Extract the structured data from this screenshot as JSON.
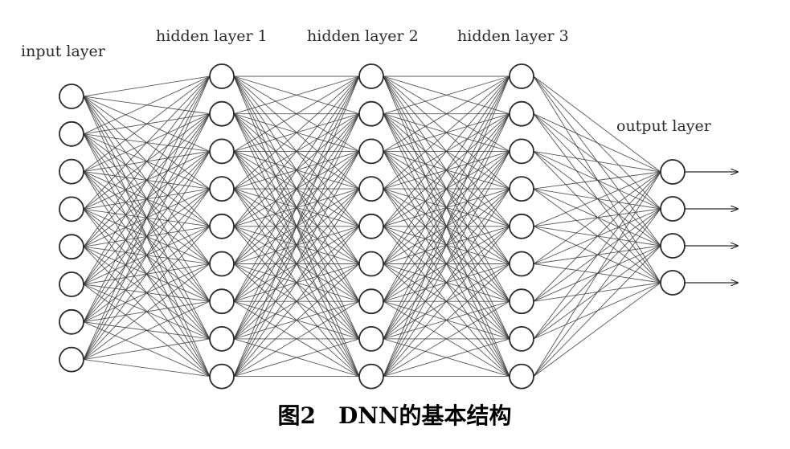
{
  "labels": {
    "input": "input layer",
    "hidden1": "hidden layer 1",
    "hidden2": "hidden layer 2",
    "hidden3": "hidden layer 3",
    "output": "output layer"
  },
  "caption": "图2　DNN的基本结构",
  "network": {
    "layers": [
      {
        "key": "input",
        "nodes": 8
      },
      {
        "key": "hidden1",
        "nodes": 9
      },
      {
        "key": "hidden2",
        "nodes": 9
      },
      {
        "key": "hidden3",
        "nodes": 9
      },
      {
        "key": "output",
        "nodes": 4
      }
    ],
    "fully_connected": true,
    "output_arrows": true
  },
  "colors": {
    "edge": "#3a3a3a",
    "node_stroke": "#2a2a2a",
    "node_fill": "#ffffff",
    "text": "#2b2b2b"
  }
}
